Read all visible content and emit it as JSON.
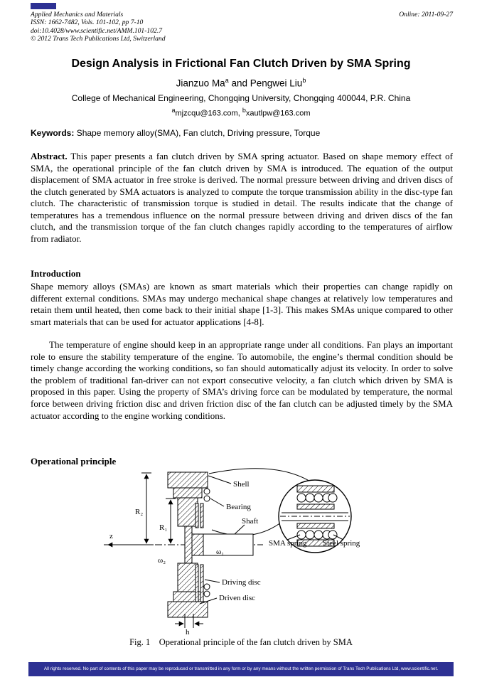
{
  "colors": {
    "banner_blue": "#2d3193"
  },
  "header": {
    "lines": [
      "Applied Mechanics and Materials",
      "ISSN: 1662-7482, Vols. 101-102, pp 7-10",
      "doi:10.4028/www.scientific.net/AMM.101-102.7",
      "© 2012 Trans Tech Publications Ltd, Switzerland"
    ],
    "online": "Online: 2011-09-27"
  },
  "title": "Design Analysis in Frictional Fan Clutch Driven by SMA Spring",
  "authors": {
    "name1": "Jianzuo Ma",
    "sup1": "a",
    "connector": " and ",
    "name2": "Pengwei Liu",
    "sup2": "b"
  },
  "affiliation": "College of Mechanical Engineering, Chongqing University, Chongqing 400044, P.R. China",
  "emails": {
    "sup1": "a",
    "e1": "mjzcqu@163.com, ",
    "sup2": "b",
    "e2": "xautlpw@163.com"
  },
  "keywords": {
    "label": "Keywords:",
    "text": " Shape memory alloy(SMA), Fan clutch, Driving pressure, Torque"
  },
  "abstract": {
    "label": "Abstract.",
    "text": " This paper presents a fan clutch driven by SMA spring actuator. Based on shape memory effect of SMA, the operational principle of the fan clutch driven by SMA is introduced. The equation of the output displacement of SMA actuator in free stroke is derived. The normal pressure between driving and driven discs of the clutch generated by SMA actuators is analyzed to compute the torque transmission ability in the disc-type fan clutch. The characteristic of transmission torque is studied in detail. The results indicate that the change of temperatures has a tremendous influence on the normal pressure between driving and driven discs of the fan clutch,  and the transmission torque of the fan clutch changes rapidly according to the temperatures of airflow from radiator."
  },
  "sections": {
    "introduction": "Introduction",
    "operational": "Operational principle"
  },
  "intro_p1": "Shape memory alloys (SMAs) are known as smart materials which their properties can change rapidly on different external conditions. SMAs may undergo mechanical shape changes at relatively low temperatures and retain them until heated, then come back to their initial shape [1-3]. This makes SMAs unique compared to other smart materials that can be used for actuator applications [4-8].",
  "intro_p2": "The temperature of engine should keep in an appropriate range under all conditions. Fan plays an important role to ensure the stability temperature of the engine. To automobile, the engine’s thermal condition should be timely change according the working conditions, so fan should automatically adjust its velocity. In order to solve the problem of traditional fan-driver can not export consecutive velocity, a fan clutch which driven by SMA is proposed in this paper. Using the property of SMA’s driving force can be modulated by temperature, the normal force between driving friction disc and driven friction disc of the fan clutch can be adjusted timely by the SMA actuator according to the engine working conditions.",
  "figure": {
    "labels": {
      "shell": "Shell",
      "bearing": "Bearing",
      "shaft": "Shaft",
      "sma_spring": "SMA spring",
      "steel_spring": "Steel spring",
      "driving_disc": "Driving disc",
      "driven_disc": "Driven disc",
      "r2": "R₂",
      "r1": "R₁",
      "z": "z",
      "omega2": "ω₂",
      "omega1": "ω₁",
      "h": "h"
    },
    "caption": "Fig. 1    Operational principle of the fan clutch driven by SMA"
  },
  "footer": {
    "text": "All rights reserved. No part of contents of this paper may be reproduced or transmitted in any form or by any means without the written permission of Trans Tech Publications Ltd, www.scientific.net."
  }
}
